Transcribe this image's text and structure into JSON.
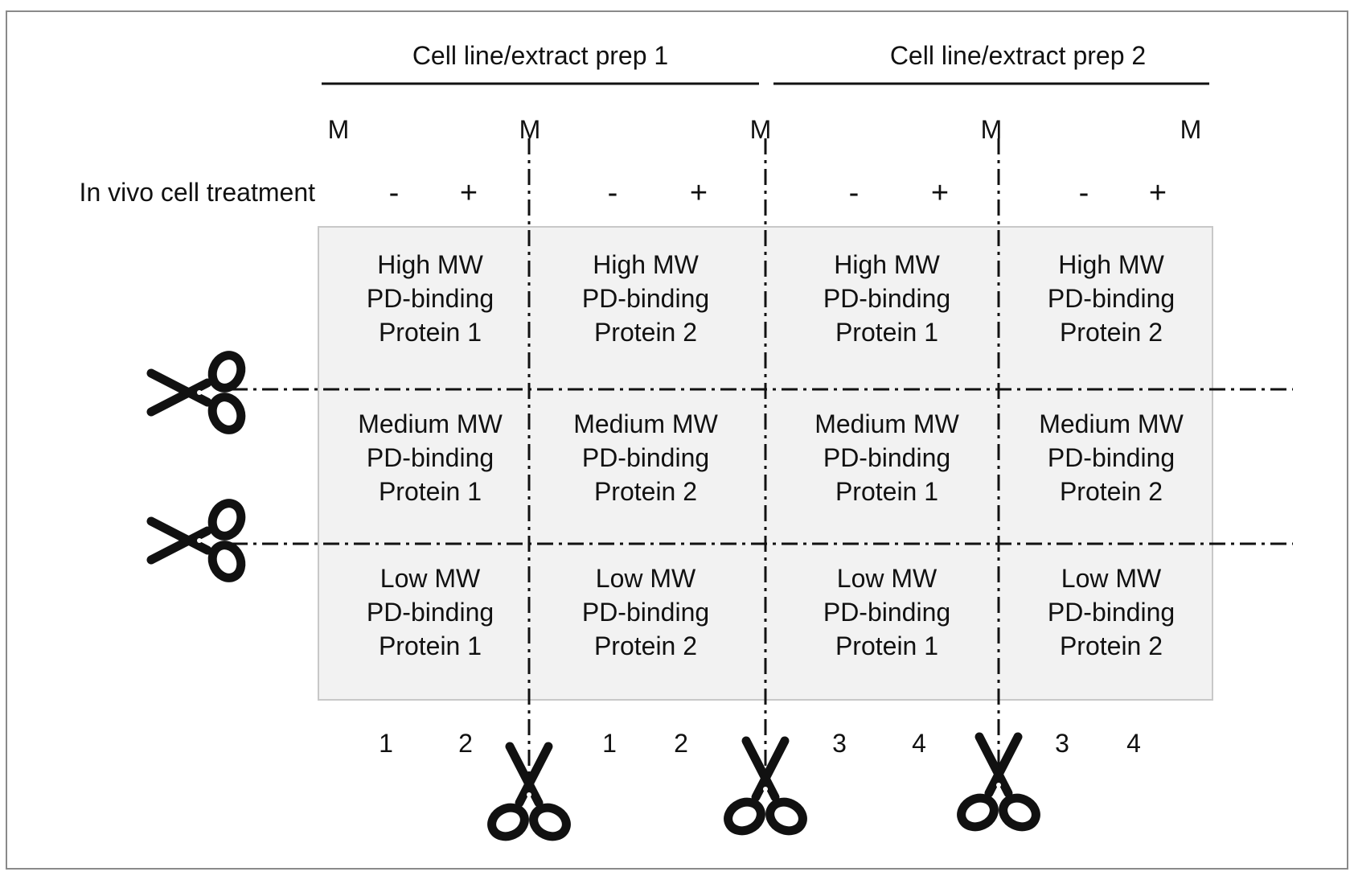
{
  "header": {
    "prep1_label": "Cell line/extract prep 1",
    "prep2_label": "Cell line/extract prep 2"
  },
  "marker_label": "M",
  "treatment": {
    "label": "In vivo cell treatment",
    "signs": [
      "-",
      "+",
      "-",
      "+",
      "-",
      "+",
      "-",
      "+"
    ]
  },
  "rows": [
    {
      "band": "High MW",
      "cells": [
        [
          "High MW",
          "PD-binding",
          "Protein 1"
        ],
        [
          "High MW",
          "PD-binding",
          "Protein 2"
        ],
        [
          "High MW",
          "PD-binding",
          "Protein 1"
        ],
        [
          "High MW",
          "PD-binding",
          "Protein 2"
        ]
      ]
    },
    {
      "band": "Medium MW",
      "cells": [
        [
          "Medium MW",
          "PD-binding",
          "Protein 1"
        ],
        [
          "Medium MW",
          "PD-binding",
          "Protein 2"
        ],
        [
          "Medium MW",
          "PD-binding",
          "Protein 1"
        ],
        [
          "Medium MW",
          "PD-binding",
          "Protein 2"
        ]
      ]
    },
    {
      "band": "Low MW",
      "cells": [
        [
          "Low MW",
          "PD-binding",
          "Protein 1"
        ],
        [
          "Low MW",
          "PD-binding",
          "Protein 2"
        ],
        [
          "Low MW",
          "PD-binding",
          "Protein 1"
        ],
        [
          "Low MW",
          "PD-binding",
          "Protein 2"
        ]
      ]
    }
  ],
  "lane_numbers": [
    "1",
    "2",
    "1",
    "2",
    "3",
    "4",
    "3",
    "4"
  ],
  "colors": {
    "gel_fill": "#f2f2f2",
    "gel_border": "#c8c8c8",
    "line": "#111111",
    "frame": "#8a8a8a"
  },
  "icons": {
    "cut_marker": "scissors-icon"
  }
}
